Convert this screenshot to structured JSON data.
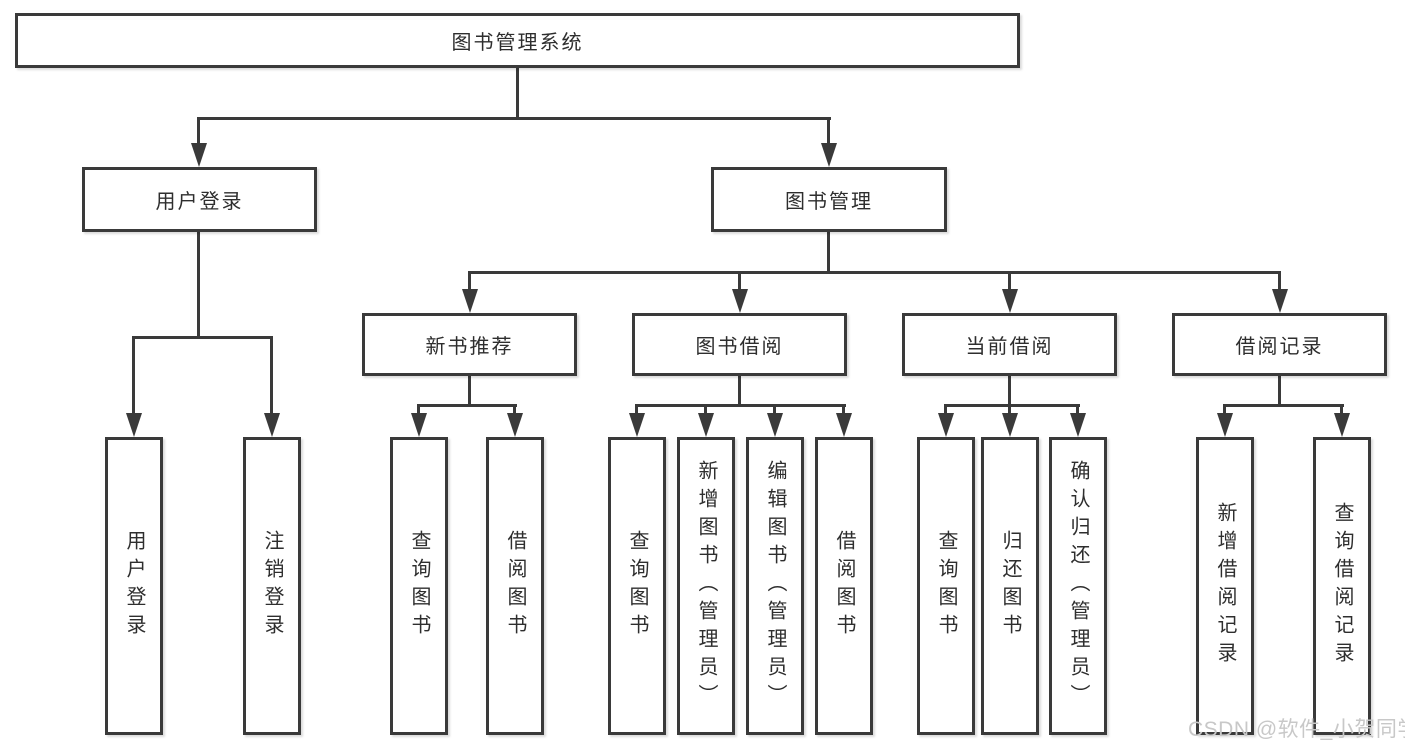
{
  "colors": {
    "line": "#3a3a3a",
    "border": "#3a3a3a",
    "text": "#2e2e2e",
    "background": "#ffffff",
    "watermark": "#c8c8c8"
  },
  "tree": {
    "root": {
      "label": "图书管理系统"
    },
    "branches": [
      {
        "label": "用户登录",
        "leaves": [
          {
            "label": "用户登录"
          },
          {
            "label": "注销登录"
          }
        ]
      },
      {
        "label": "图书管理",
        "groups": [
          {
            "label": "新书推荐",
            "leaves": [
              {
                "label": "查询图书"
              },
              {
                "label": "借阅图书"
              }
            ]
          },
          {
            "label": "图书借阅",
            "leaves": [
              {
                "label": "查询图书"
              },
              {
                "label": "新增图书（管理员）"
              },
              {
                "label": "编辑图书（管理员）"
              },
              {
                "label": "借阅图书"
              }
            ]
          },
          {
            "label": "当前借阅",
            "leaves": [
              {
                "label": "查询图书"
              },
              {
                "label": "归还图书"
              },
              {
                "label": "确认归还（管理员）"
              }
            ]
          },
          {
            "label": "借阅记录",
            "leaves": [
              {
                "label": "新增借阅记录"
              },
              {
                "label": "查询借阅记录"
              }
            ]
          }
        ]
      }
    ]
  },
  "watermark": {
    "text": "CSDN @软件_小贺同学"
  }
}
